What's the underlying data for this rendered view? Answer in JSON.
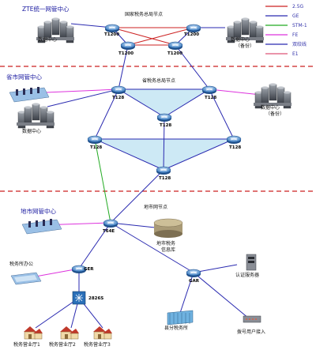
{
  "sections": {
    "national_center": "ZTE统一网管中心",
    "provincial_center": "省市网管中心",
    "local_center": "地市网管中心"
  },
  "group_labels": {
    "national_nodes": "国家税务总局节点",
    "provincial_nodes": "省税务总局节点",
    "local_nodes": "地市网节点"
  },
  "legend": [
    {
      "label": "2.5G",
      "color": "#cc2222"
    },
    {
      "label": "GE",
      "color": "#2a2ab0"
    },
    {
      "label": "STM-1",
      "color": "#22aa22"
    },
    {
      "label": "FE",
      "color": "#dd33dd"
    },
    {
      "label": "双绞线",
      "color": "#2a2ab0"
    },
    {
      "label": "E1",
      "color": "#dd5577"
    }
  ],
  "routers": {
    "n1": "T1200",
    "n2": "T1200",
    "n3": "T1200",
    "n4": "T1200",
    "p1": "T128",
    "p2": "T128",
    "p3": "T128",
    "p4": "T128",
    "p5": "T128",
    "p6": "T128",
    "l1": "T64E",
    "ger": "GER",
    "gar": "GAR",
    "sw": "2826S"
  },
  "labels": {
    "dc_national": "数据中心",
    "dc_national_backup": "数据中心\n（备份）",
    "dc_provincial": "数据中心",
    "dc_provincial_backup": "数据中心\n（备份）",
    "local_db": "地市税务\n信息库",
    "tax_office": "税务所办公",
    "auth_server": "认证服务器",
    "county_bureau": "县分税务所",
    "dialup": "拨号用户接入",
    "hall1": "税务营业厅1",
    "hall2": "税务营业厅2",
    "hall3": "税务营业厅3"
  }
}
